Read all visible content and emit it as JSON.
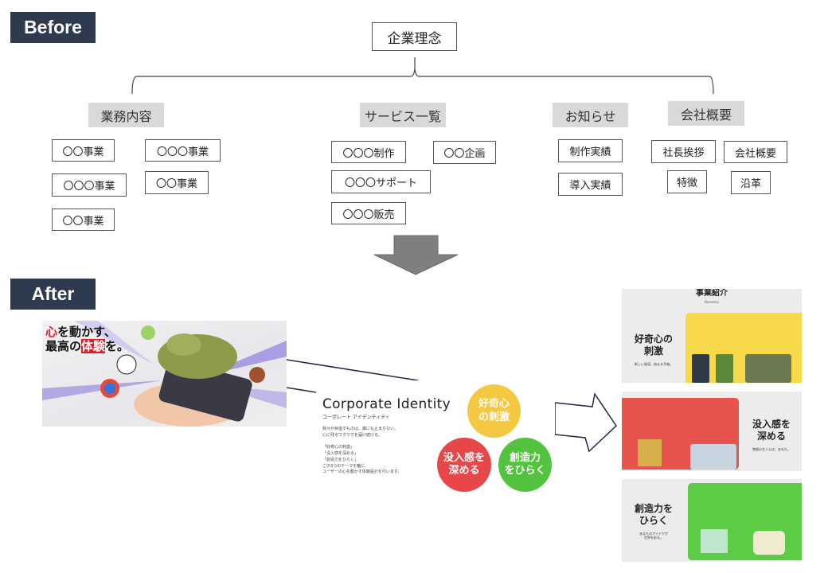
{
  "labels": {
    "before": "Before",
    "after": "After"
  },
  "before": {
    "root": "企業理念",
    "categories": [
      {
        "title": "業務内容",
        "items": [
          "〇〇事業",
          "〇〇〇事業",
          "〇〇〇事業",
          "〇〇事業",
          "〇〇事業"
        ]
      },
      {
        "title": "サービス一覧",
        "items": [
          "〇〇〇制作",
          "〇〇企画",
          "〇〇〇サポート",
          "〇〇〇販売"
        ]
      },
      {
        "title": "お知らせ",
        "items": [
          "制作実績",
          "導入実績"
        ]
      },
      {
        "title": "会社概要",
        "items": [
          "社長挨拶",
          "会社概要",
          "特徴",
          "沿革"
        ]
      }
    ]
  },
  "after": {
    "hero": {
      "line1_accent": "心",
      "line1_rest": "を動かす、",
      "line2_a": "最高の",
      "line2_accent": "体験",
      "line2_b": "を。"
    },
    "corporate_identity": {
      "title": "Corporate Identity",
      "subtitle": "コーポレート アイデンティティ",
      "body": "我々が目指すものは、誰にも止まらない、\n心に残るワクワクを届け続ける。\n\n「好奇心の刺激」\n「没入感を深める」\n「創造力をひらく」\nこの3つのテーマを軸に、\nユーザーの心を動かす体験設計を行います。",
      "circles": [
        {
          "text": "好奇心\nの刺激",
          "color": "#f5c842"
        },
        {
          "text": "没入感を\n深める",
          "color": "#e8474a"
        },
        {
          "text": "創造力\nをひらく",
          "color": "#52c23f"
        }
      ]
    },
    "panels": [
      {
        "section_title": "事業紹介",
        "section_sub": "Business",
        "heading": "好奇心の\n刺激",
        "caption": "新しい発見、始まる予感。",
        "color": "#f7d94a"
      },
      {
        "heading": "没入感を\n深める",
        "caption": "物語の主人公は、あなた。",
        "color": "#e8534e"
      },
      {
        "heading": "創造力を\nひらく",
        "caption": "あなたのアイデアが\n世界を彩る。",
        "color": "#5ccb45"
      }
    ]
  },
  "colors": {
    "tag_bg": "#2e3a4f",
    "category_bg": "#d9d9d9",
    "arrow_fill": "#7f7f7f"
  }
}
